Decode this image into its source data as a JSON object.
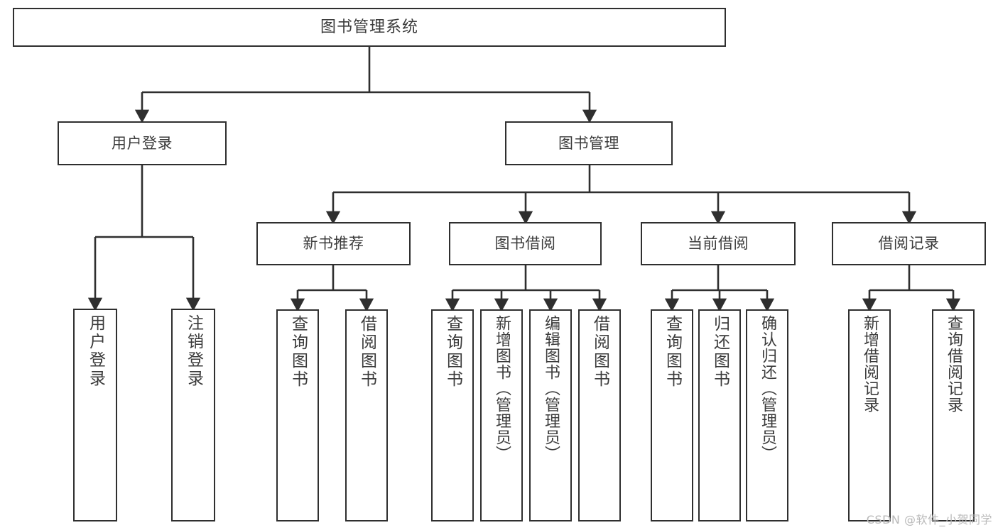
{
  "diagram": {
    "title": "图书管理系统",
    "type": "tree-hierarchy",
    "watermark": "CSDN @软件_小贺同学",
    "colors": {
      "box_border": "#2f2f2f",
      "box_fill": "#ffffff",
      "text": "#3b3b3b",
      "edge": "#2f2f2f",
      "watermark": "#b9b9b9",
      "background": "#ffffff"
    },
    "nodes": {
      "root": {
        "label": "图书管理系统"
      },
      "level1": [
        {
          "id": "user-login",
          "label": "用户登录"
        },
        {
          "id": "book-manage",
          "label": "图书管理"
        }
      ],
      "level2": [
        {
          "id": "new-book-rec",
          "label": "新书推荐"
        },
        {
          "id": "book-borrow",
          "label": "图书借阅"
        },
        {
          "id": "current-borrow",
          "label": "当前借阅"
        },
        {
          "id": "borrow-record",
          "label": "借阅记录"
        }
      ],
      "leaves": {
        "user_login": [
          {
            "id": "leaf-user-login",
            "label": "用户登录"
          },
          {
            "id": "leaf-logout",
            "label": "注销登录"
          }
        ],
        "new_book_rec": [
          {
            "id": "leaf-query-book-1",
            "label": "查询图书"
          },
          {
            "id": "leaf-borrow-book-1",
            "label": "借阅图书"
          }
        ],
        "book_borrow": [
          {
            "id": "leaf-query-book-2",
            "label": "查询图书"
          },
          {
            "id": "leaf-add-book",
            "label": "新增图书（管理员）"
          },
          {
            "id": "leaf-edit-book",
            "label": "编辑图书（管理员）"
          },
          {
            "id": "leaf-borrow-book-2",
            "label": "借阅图书"
          }
        ],
        "current_borrow": [
          {
            "id": "leaf-query-book-3",
            "label": "查询图书"
          },
          {
            "id": "leaf-return-book",
            "label": "归还图书"
          },
          {
            "id": "leaf-confirm-return",
            "label": "确认归还（管理员）"
          }
        ],
        "borrow_record": [
          {
            "id": "leaf-add-record",
            "label": "新增借阅记录"
          },
          {
            "id": "leaf-query-record",
            "label": "查询借阅记录"
          }
        ]
      }
    }
  }
}
